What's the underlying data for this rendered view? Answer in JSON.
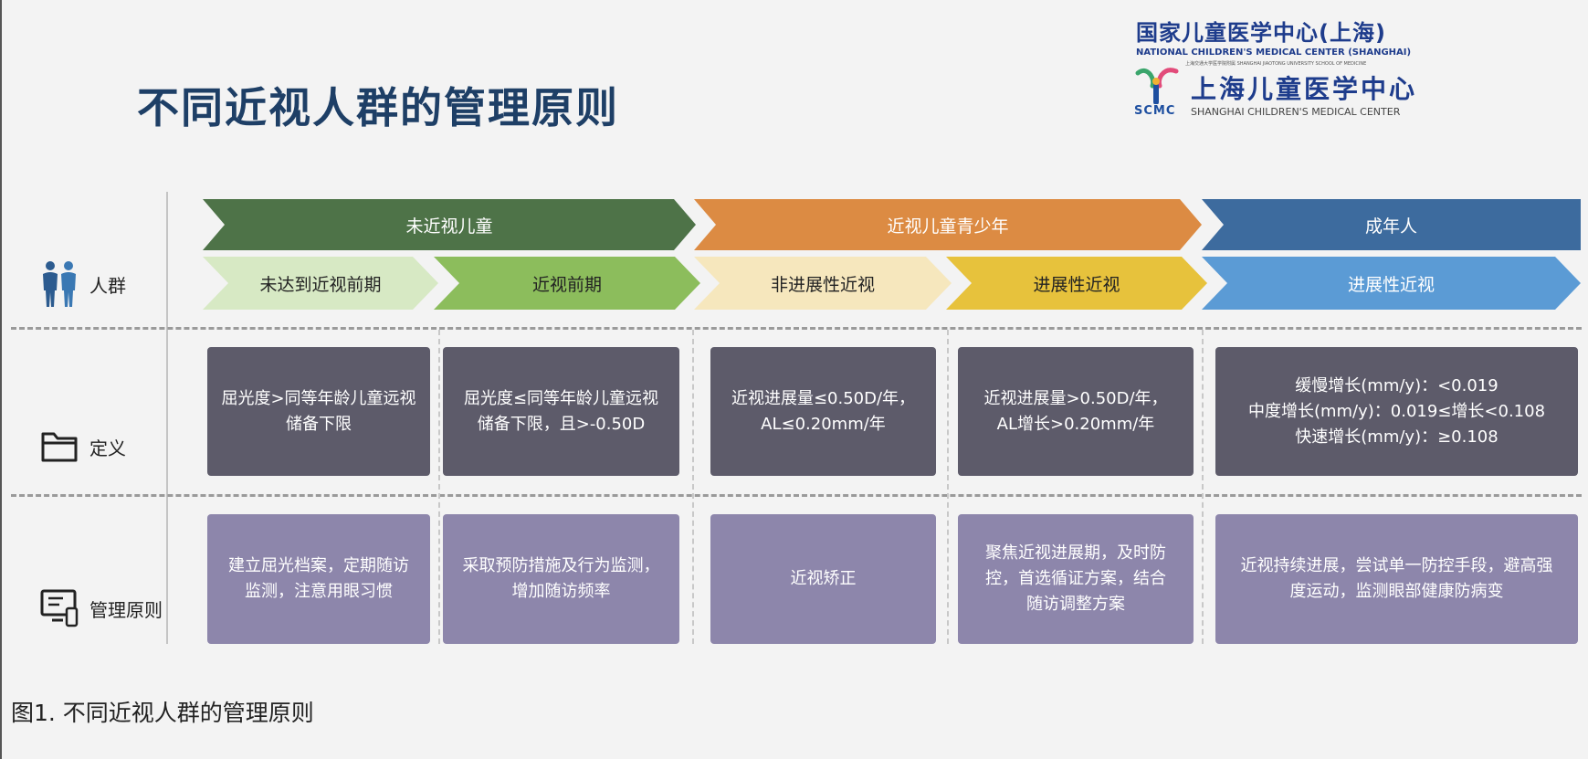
{
  "title": "不同近视人群的管理原则",
  "logo": {
    "cn_name": "国家儿童医学中心(上海)",
    "en_name": "NATIONAL CHILDREN'S MEDICAL CENTER (SHANGHAI)",
    "affiliation": "上海交通大学医学院附属   SHANGHAI JIAOTONG UNIVERSITY SCHOOL OF MEDICINE",
    "hospital_cn": "上海儿童医学中心",
    "abbr": "SCMC",
    "hospital_en": "SHANGHAI CHILDREN'S MEDICAL CENTER"
  },
  "row_labels": {
    "population": "人群",
    "definition": "定义",
    "management": "管理原则"
  },
  "groups": [
    {
      "label": "未近视儿童",
      "color": "#4e7348"
    },
    {
      "label": "近视儿童青少年",
      "color": "#dc8b43"
    },
    {
      "label": "成年人",
      "color": "#3d6b9e"
    }
  ],
  "stages": [
    {
      "label": "未达到近视前期",
      "color": "#d7e9c4"
    },
    {
      "label": "近视前期",
      "color": "#8cbd5c"
    },
    {
      "label": "非进展性近视",
      "color": "#f6e7bd"
    },
    {
      "label": "进展性近视",
      "color": "#e7c23c"
    },
    {
      "label": "进展性近视",
      "color": "#5b9bd5"
    }
  ],
  "definitions": [
    "屈光度>同等年龄儿童远视\n储备下限",
    "屈光度≤同等年龄儿童远视\n储备下限，且>-0.50D",
    "近视进展量≤0.50D/年，\nAL≤0.20mm/年",
    "近视进展量>0.50D/年，\nAL增长>0.20mm/年",
    "缓慢增长(mm/y)：<0.019\n中度增长(mm/y)：0.019≤增长<0.108\n快速增长(mm/y)：≥0.108"
  ],
  "management": [
    "建立屈光档案，定期随访\n监测，注意用眼习惯",
    "采取预防措施及行为监测，\n增加随访频率",
    "近视矫正",
    "聚焦近视进展期，及时防\n控，首选循证方案，结合\n随访调整方案",
    "近视持续进展，尝试单一防控手段，避高强\n度运动，监测眼部健康防病变"
  ],
  "caption": "图1.   不同近视人群的管理原则",
  "icons": [
    "people-icon",
    "folder-icon",
    "computer-icon"
  ]
}
